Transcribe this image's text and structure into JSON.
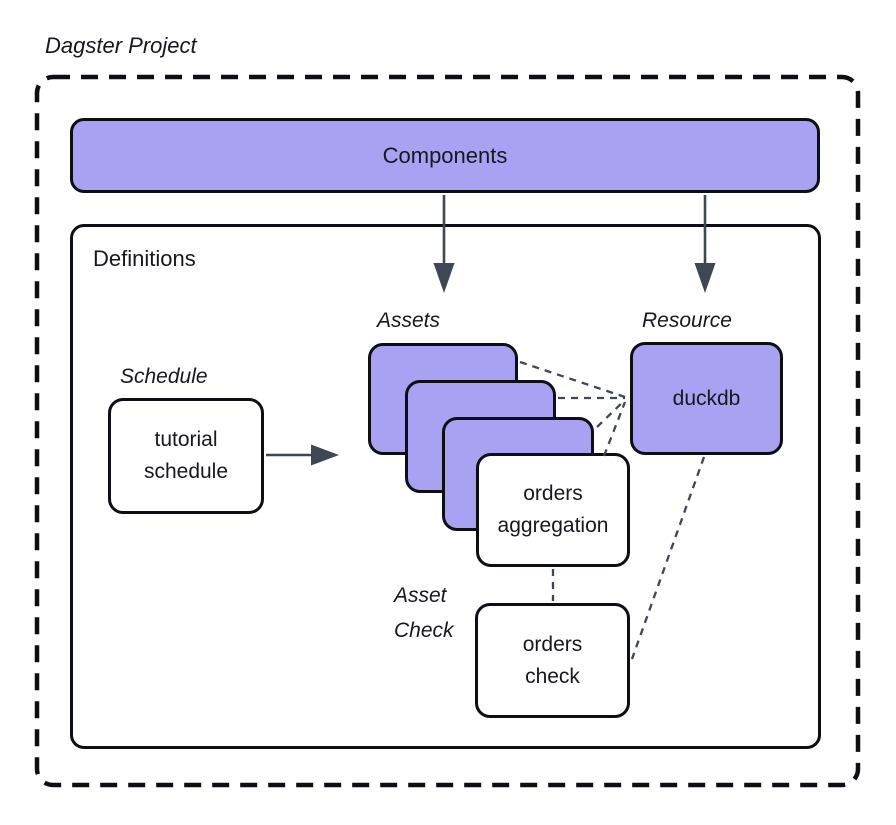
{
  "diagram_title": "Dagster Project",
  "colors": {
    "node_fill_purple": "#A9A2F2",
    "node_fill_white": "#FFFFFF",
    "node_border": "#0D0F14",
    "connector_gray": "#3F4654",
    "text": "#16181D",
    "background": "#FFFFFF"
  },
  "containers": {
    "components": {
      "label": "Components"
    },
    "definitions": {
      "label": "Definitions"
    }
  },
  "section_labels": {
    "schedule": "Schedule",
    "assets": "Assets",
    "resource": "Resource",
    "asset_check": {
      "line1": "Asset",
      "line2": "Check"
    }
  },
  "nodes": {
    "tutorial_schedule": {
      "line1": "tutorial",
      "line2": "schedule"
    },
    "orders_aggregation": {
      "line1": "orders",
      "line2": "aggregation"
    },
    "duckdb": {
      "label": "duckdb"
    },
    "orders_check": {
      "line1": "orders",
      "line2": "check"
    }
  },
  "edges": [
    {
      "from": "Components",
      "to": "Assets",
      "style": "solid-arrow"
    },
    {
      "from": "Components",
      "to": "Resource",
      "style": "solid-arrow"
    },
    {
      "from": "tutorial schedule",
      "to": "Assets stack",
      "style": "solid-arrow"
    },
    {
      "from": "Asset (top)",
      "to": "duckdb",
      "style": "dashed"
    },
    {
      "from": "Asset (middle)",
      "to": "duckdb",
      "style": "dashed"
    },
    {
      "from": "Asset (bottom)",
      "to": "duckdb",
      "style": "dashed"
    },
    {
      "from": "orders aggregation",
      "to": "duckdb",
      "style": "dashed"
    },
    {
      "from": "orders aggregation",
      "to": "orders check",
      "style": "dashed"
    },
    {
      "from": "duckdb",
      "to": "orders check",
      "style": "dashed"
    }
  ]
}
